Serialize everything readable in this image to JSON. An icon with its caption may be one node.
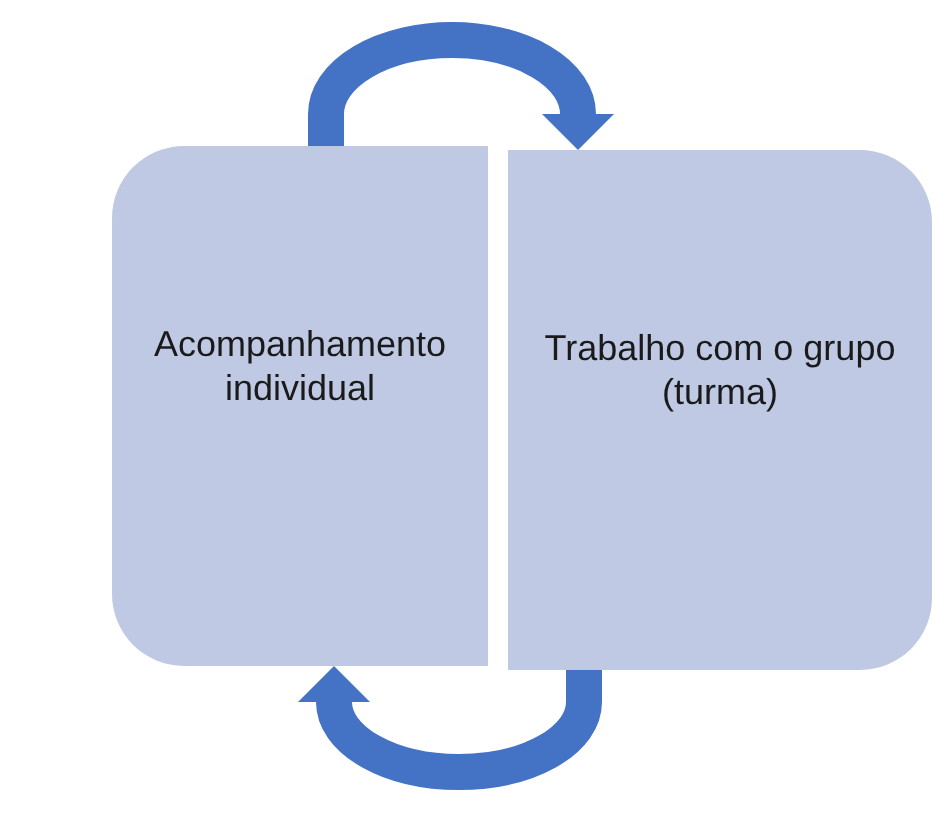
{
  "diagram": {
    "nodes": [
      {
        "text": [
          "Acompanhamento individual"
        ]
      },
      {
        "text": [
          "Trabalho com o grupo (turma)"
        ]
      }
    ],
    "edges": [
      {
        "from": 0,
        "to": 1,
        "arrow": "to"
      },
      {
        "from": 1,
        "to": 0,
        "arrow": "to"
      }
    ]
  }
}
